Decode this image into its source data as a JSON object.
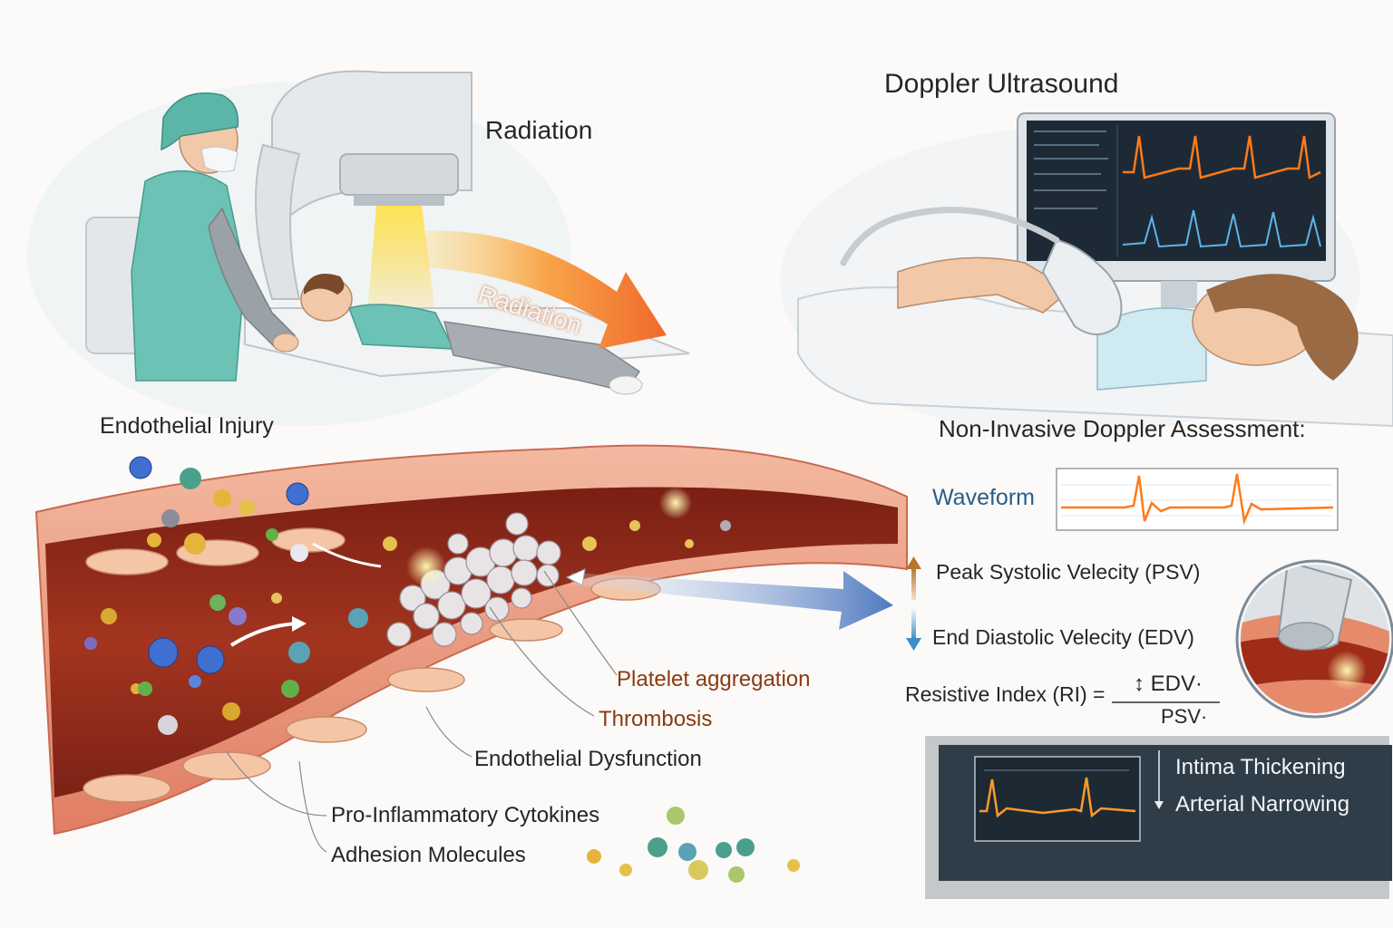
{
  "labels": {
    "radiation_title": "Radiation",
    "radiation_arrow": "Radiation",
    "doppler_title": "Doppler Ultrasound",
    "endothelial_injury": "Endothelial Injury",
    "assessment_title": "Non-Invasive Doppler Assessment:",
    "waveform": "Waveform",
    "psv": "Peak Systolic Velecity (PSV)",
    "edv": "End Diastolic Velecity (EDV)",
    "ri_left": "Resistive Index (RI) =",
    "ri_numerator": "↕ EDV·",
    "ri_denominator": "PSV·",
    "platelet": "Platelet aggregation",
    "thrombosis": "Thrombosis",
    "dysfunction": "Endothelial Dysfunction",
    "cytokines": "Pro-Inflammatory Cytokines",
    "adhesion": "Adhesion Molecules",
    "intima": "Intima Thickening",
    "narrowing": "Arterial Narrowing"
  },
  "colors": {
    "radiation_orange": "#f07a2c",
    "artery_red": "#b8321e",
    "wave_orange": "#ff7a1a",
    "wave_blue": "#5fb3e8",
    "arrow_blue": "#5b84c4"
  },
  "icons": [
    "up-arrow-icon",
    "down-arrow-icon",
    "ultrasound-probe-icon"
  ]
}
